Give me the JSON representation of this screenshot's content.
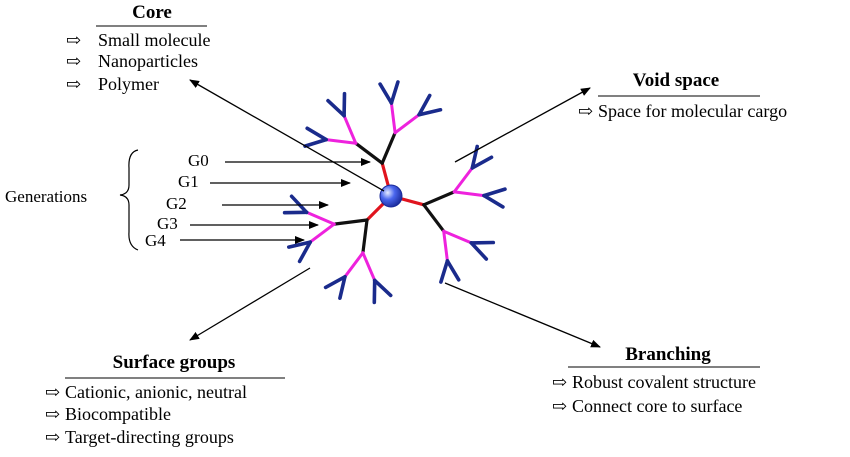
{
  "core": {
    "heading": "Core",
    "items": [
      "Small molecule",
      "Nanoparticles",
      "Polymer"
    ]
  },
  "void_space": {
    "heading": "Void space",
    "items": [
      "Space for molecular cargo"
    ]
  },
  "generations": {
    "label": "Generations",
    "levels": [
      "G0",
      "G1",
      "G2",
      "G3",
      "G4"
    ]
  },
  "surface_groups": {
    "heading": "Surface groups",
    "items": [
      "Cationic, anionic, neutral",
      "Biocompatible",
      "Target-directing groups"
    ]
  },
  "branching": {
    "heading": "Branching",
    "items": [
      "Robust covalent structure",
      "Connect core to surface"
    ]
  },
  "bullet_glyph": "⇨",
  "colors": {
    "core_sphere": "#3a55e0",
    "generation_1": "#e0141e",
    "generation_2": "#111111",
    "generation_3": "#ee22dd",
    "generation_4": "#1a2b8c"
  }
}
